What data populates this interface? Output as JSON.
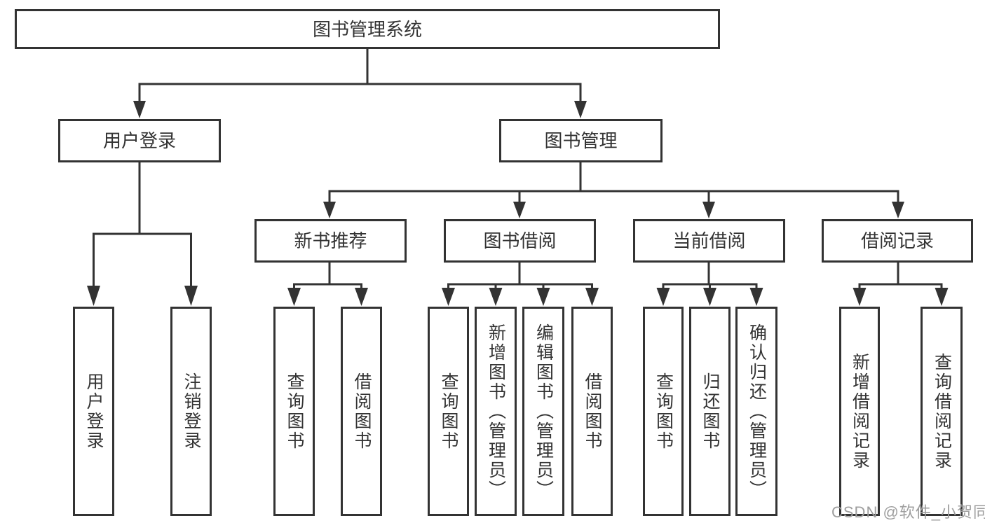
{
  "diagram": {
    "type": "tree",
    "title": "图书管理系统",
    "line_color": "#333333",
    "text_color": "#333333",
    "background_color": "#ffffff",
    "root": {
      "label": "图书管理系统",
      "children": [
        {
          "label": "用户登录",
          "children": [
            {
              "label": "用户登录"
            },
            {
              "label": "注销登录"
            }
          ]
        },
        {
          "label": "图书管理",
          "children": [
            {
              "label": "新书推荐",
              "children": [
                {
                  "label": "查询图书"
                },
                {
                  "label": "借阅图书"
                }
              ]
            },
            {
              "label": "图书借阅",
              "children": [
                {
                  "label": "查询图书"
                },
                {
                  "label": "新增图书（管理员）"
                },
                {
                  "label": "编辑图书（管理员）"
                },
                {
                  "label": "借阅图书"
                }
              ]
            },
            {
              "label": "当前借阅",
              "children": [
                {
                  "label": "查询图书"
                },
                {
                  "label": "归还图书"
                },
                {
                  "label": "确认归还（管理员）"
                }
              ]
            },
            {
              "label": "借阅记录",
              "children": [
                {
                  "label": "新增借阅记录"
                },
                {
                  "label": "查询借阅记录"
                }
              ]
            }
          ]
        }
      ]
    }
  },
  "watermark": {
    "text": "CSDN @软件_小贺同学",
    "color": "#9e9e9e"
  }
}
